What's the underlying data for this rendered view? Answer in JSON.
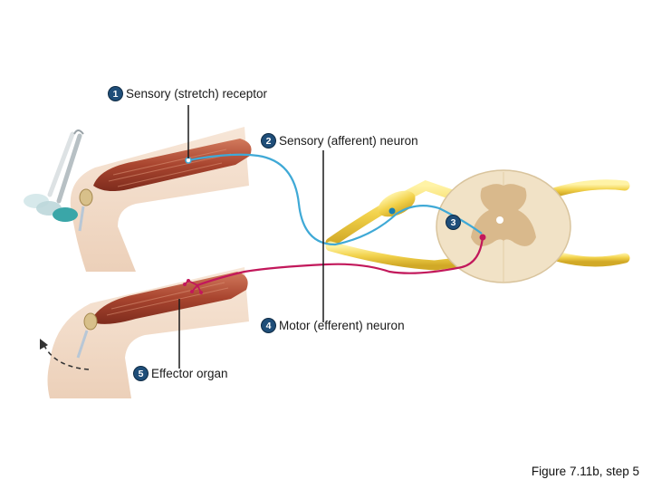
{
  "steps": [
    {
      "number": "1",
      "label": "Sensory (stretch) receptor"
    },
    {
      "number": "2",
      "label": "Sensory (afferent) neuron"
    },
    {
      "number": "3",
      "label": ""
    },
    {
      "number": "4",
      "label": "Motor (efferent) neuron"
    },
    {
      "number": "5",
      "label": "Effector organ"
    }
  ],
  "caption": "Figure 7.11b, step 5",
  "colors": {
    "sensory_neuron": "#3fa9d6",
    "motor_neuron": "#c2185b",
    "muscle": "#b5563f",
    "nerve": "#f2d24b",
    "skin": "#f3dcc8",
    "spinal_cord": "#f1e2c6",
    "gray_matter": "#d9b98c",
    "label_badge": "#1f4e79"
  }
}
